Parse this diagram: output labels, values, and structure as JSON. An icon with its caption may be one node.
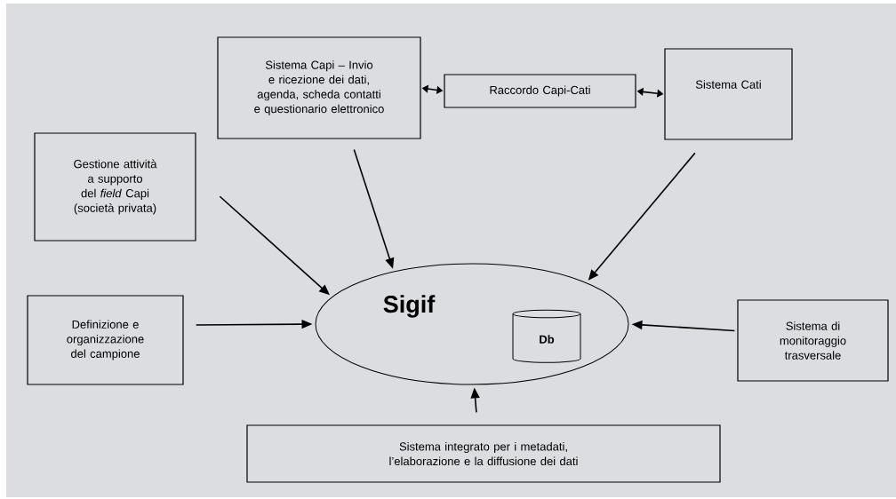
{
  "diagram": {
    "nodes": [
      {
        "text": [
          "Sistema Capi – Invio e ricezione dei dati, agenda, scheda contatti e questionario elettronico"
        ]
      },
      {
        "text": [
          "Raccordo Capi-Cati"
        ]
      },
      {
        "text": [
          "Sistema Cati"
        ]
      },
      {
        "text": [
          "Gestione attività a supporto del *field* Capi (società privata)"
        ]
      },
      {
        "text": [
          "Sigif"
        ]
      },
      {
        "text": [
          "Db"
        ],
        "in": 4
      },
      {
        "text": [
          "Definizione e organizzazione del campione"
        ]
      },
      {
        "text": [
          "Sistema di monitoraggio trasversale"
        ]
      },
      {
        "text": [
          "Sistema integrato per i metadati, l’elaborazione e la diffusione dei dati"
        ]
      }
    ],
    "edges": [
      {
        "from": 0,
        "to": 1,
        "arrow": "both"
      },
      {
        "from": 1,
        "to": 2,
        "arrow": "both"
      },
      {
        "from": 3,
        "to": 4,
        "arrow": "to"
      },
      {
        "from": 0,
        "to": 4,
        "arrow": "to"
      },
      {
        "from": 2,
        "to": 4,
        "arrow": "to"
      },
      {
        "from": 6,
        "to": 4,
        "arrow": "to"
      },
      {
        "from": 7,
        "to": 4,
        "arrow": "to"
      },
      {
        "from": 8,
        "to": 4,
        "arrow": "to"
      }
    ]
  }
}
